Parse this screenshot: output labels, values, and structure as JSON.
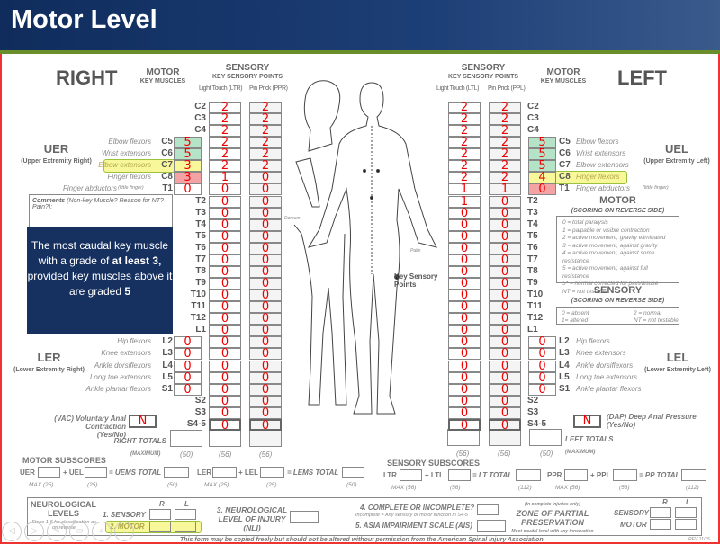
{
  "title": "Motor Level",
  "right": {
    "side": "RIGHT",
    "motor_hd": "MOTOR",
    "motor_sub": "KEY MUSCLES",
    "sensory_hd": "SENSORY",
    "sensory_sub": "KEY SENSORY POINTS",
    "lt": "Light Touch (LTR)",
    "pp": "Pin Prick (PPR)",
    "uer": "UER",
    "uer_sub": "(Upper Extremity Right)",
    "ler": "LER",
    "ler_sub": "(Lower Extremity Right)"
  },
  "left": {
    "side": "LEFT",
    "motor_hd": "MOTOR",
    "motor_sub": "KEY MUSCLES",
    "sensory_hd": "SENSORY",
    "sensory_sub": "KEY SENSORY POINTS",
    "lt": "Light Touch (LTL)",
    "pp": "Pin Prick (PPL)",
    "uel": "UEL",
    "uel_sub": "(Upper Extremity Left)",
    "lel": "LEL",
    "lel_sub": "(Lower Extremity Left)"
  },
  "colors": {
    "green": "#b5e3c8",
    "yellow": "#f8f79a",
    "red": "#f3a3a3",
    "ink": "#e00000"
  },
  "levels": [
    {
      "lvl": "C2",
      "rlt": "2",
      "rpp": "2",
      "llt": "2",
      "lpp": "2"
    },
    {
      "lvl": "C3",
      "rlt": "2",
      "rpp": "2",
      "llt": "2",
      "lpp": "2"
    },
    {
      "lvl": "C4",
      "rlt": "2",
      "rpp": "2",
      "llt": "2",
      "lpp": "2"
    },
    {
      "lvl": "C5",
      "rlt": "2",
      "rpp": "2",
      "llt": "2",
      "lpp": "2",
      "muscle": "Elbow flexors",
      "rm": "5",
      "lm": "5",
      "rc": "green",
      "lc": "green"
    },
    {
      "lvl": "C6",
      "rlt": "2",
      "rpp": "2",
      "llt": "2",
      "lpp": "2",
      "muscle": "Wrist extensors",
      "rm": "5",
      "lm": "5",
      "rc": "green",
      "lc": "green"
    },
    {
      "lvl": "C7",
      "rlt": "2",
      "rpp": "2",
      "llt": "2",
      "lpp": "2",
      "muscle": "Elbow extensors",
      "rm": "3",
      "lm": "5",
      "rc": "yellow",
      "lc": "green",
      "rhl": true
    },
    {
      "lvl": "C8",
      "rlt": "1",
      "rpp": "0",
      "llt": "2",
      "lpp": "2",
      "muscle": "Finger flexors",
      "rm": "3",
      "lm": "4",
      "rc": "red",
      "lc": "yellow",
      "lhl": true
    },
    {
      "lvl": "T1",
      "rlt": "0",
      "rpp": "0",
      "llt": "1",
      "lpp": "1",
      "muscle": "Finger abductors",
      "muscle_note": "(little finger)",
      "rm": "0",
      "lm": "0",
      "lc": "red"
    },
    {
      "lvl": "T2",
      "rlt": "0",
      "rpp": "0",
      "llt": "1",
      "lpp": "0"
    },
    {
      "lvl": "T3",
      "rlt": "0",
      "rpp": "0",
      "llt": "0",
      "lpp": "0"
    },
    {
      "lvl": "T4",
      "rlt": "0",
      "rpp": "0",
      "llt": "0",
      "lpp": "0"
    },
    {
      "lvl": "T5",
      "rlt": "0",
      "rpp": "0",
      "llt": "0",
      "lpp": "0"
    },
    {
      "lvl": "T6",
      "rlt": "0",
      "rpp": "0",
      "llt": "0",
      "lpp": "0"
    },
    {
      "lvl": "T7",
      "rlt": "0",
      "rpp": "0",
      "llt": "0",
      "lpp": "0"
    },
    {
      "lvl": "T8",
      "rlt": "0",
      "rpp": "0",
      "llt": "0",
      "lpp": "0"
    },
    {
      "lvl": "T9",
      "rlt": "0",
      "rpp": "0",
      "llt": "0",
      "lpp": "0"
    },
    {
      "lvl": "T10",
      "rlt": "0",
      "rpp": "0",
      "llt": "0",
      "lpp": "0"
    },
    {
      "lvl": "T11",
      "rlt": "0",
      "rpp": "0",
      "llt": "0",
      "lpp": "0"
    },
    {
      "lvl": "T12",
      "rlt": "0",
      "rpp": "0",
      "llt": "0",
      "lpp": "0"
    },
    {
      "lvl": "L1",
      "rlt": "0",
      "rpp": "0",
      "llt": "0",
      "lpp": "0"
    },
    {
      "lvl": "L2",
      "rlt": "0",
      "rpp": "0",
      "llt": "0",
      "lpp": "0",
      "muscle": "Hip flexors",
      "rm": "0",
      "lm": "0"
    },
    {
      "lvl": "L3",
      "rlt": "0",
      "rpp": "0",
      "llt": "0",
      "lpp": "0",
      "muscle": "Knee extensors",
      "rm": "0",
      "lm": "0"
    },
    {
      "lvl": "L4",
      "rlt": "0",
      "rpp": "0",
      "llt": "0",
      "lpp": "0",
      "muscle": "Ankle dorsiflexors",
      "rm": "0",
      "lm": "0"
    },
    {
      "lvl": "L5",
      "rlt": "0",
      "rpp": "0",
      "llt": "0",
      "lpp": "0",
      "muscle": "Long toe extensors",
      "rm": "0",
      "lm": "0"
    },
    {
      "lvl": "S1",
      "rlt": "0",
      "rpp": "0",
      "llt": "0",
      "lpp": "0",
      "muscle": "Ankle plantar flexors",
      "rm": "0",
      "lm": "0"
    },
    {
      "lvl": "S2",
      "rlt": "0",
      "rpp": "0",
      "llt": "0",
      "lpp": "0"
    },
    {
      "lvl": "S3",
      "rlt": "0",
      "rpp": "0",
      "llt": "0",
      "lpp": "0"
    },
    {
      "lvl": "S4-5",
      "rlt": "0",
      "rpp": "0",
      "llt": "0",
      "lpp": "0"
    }
  ],
  "comments": {
    "label": "Comments",
    "note": "(Non-key Muscle? Reason for NT? Pain?):"
  },
  "callout": {
    "pre": "The most caudal key muscle with a grade of ",
    "bold1": "at least 3,",
    "mid": " provided key muscles above it are graded ",
    "bold2": "5"
  },
  "motor_legend": {
    "title": "MOTOR",
    "sub": "(SCORING ON REVERSE SIDE)",
    "items": [
      "0 = total paralysis",
      "1 = palpable or visible contraction",
      "2 = active movement, gravity eliminated",
      "3 = active movement, against gravity",
      "4 = active movement, against some resistance",
      "5 = active movement, against full resistance",
      "5* = normal corrected for pain/disuse",
      "NT = not testable"
    ]
  },
  "sensory_legend": {
    "title": "SENSORY",
    "sub": "(SCORING ON REVERSE SIDE)",
    "a": "0 = absent",
    "b": "2 = normal",
    "c": "1= altered",
    "d": "NT = not testable"
  },
  "key_points": "Key Sensory Points",
  "figure_labels": {
    "dorsum": "Dorsum",
    "palm": "Palm"
  },
  "vac": {
    "label": "(VAC) Voluntary Anal Contraction",
    "yn": "(Yes/No)",
    "value": "N"
  },
  "dap": {
    "label": "(DAP) Deep Anal Pressure",
    "yn": "(Yes/No)",
    "value": "N"
  },
  "totals": {
    "right": "RIGHT TOTALS",
    "left": "LEFT TOTALS",
    "max": "(MAXIMUM)",
    "m50": "(50)",
    "m56": "(56)"
  },
  "motor_sub": {
    "title": "MOTOR SUBSCORES",
    "uer": "UER",
    "uel": "+ UEL",
    "uems": "= UEMS TOTAL",
    "ler": "LER",
    "lel": "+ LEL",
    "lems": "= LEMS TOTAL",
    "max25": "MAX (25)",
    "m25": "(25)",
    "m50": "(50)"
  },
  "sensory_sub": {
    "title": "SENSORY SUBSCORES",
    "ltr": "LTR",
    "ltl": "+ LTL",
    "lt": "= LT TOTAL",
    "ppr": "PPR",
    "ppl": "+ PPL",
    "pp": "= PP TOTAL",
    "max56": "MAX (56)",
    "m56": "(56)",
    "m112": "(112)"
  },
  "neuro": {
    "title1": "NEUROLOGICAL",
    "title2": "LEVELS",
    "steps": "Steps 1-5 for classification as on reverse",
    "r": "R",
    "l": "L",
    "sensory": "1. SENSORY",
    "motor": "2. MOTOR",
    "nli1": "3. NEUROLOGICAL",
    "nli2": "LEVEL OF INJURY",
    "nli3": "(NLI)",
    "complete": "4. COMPLETE OR INCOMPLETE?",
    "complete_note": "Incomplete = Any sensory or motor function in S4-5",
    "ais": "5. ASIA IMPAIRMENT SCALE (AIS)",
    "zpp_note": "(In complete injuries only)",
    "zpp1": "ZONE OF PARTIAL",
    "zpp2": "PRESERVATION",
    "zpp_sub": "Most caudal level with any innervation",
    "zsens": "SENSORY",
    "zmotor": "MOTOR"
  },
  "footer": "This form may be copied freely but should not be altered without permission from the American Spinal Injury Association.",
  "rev": "REV 11/15"
}
